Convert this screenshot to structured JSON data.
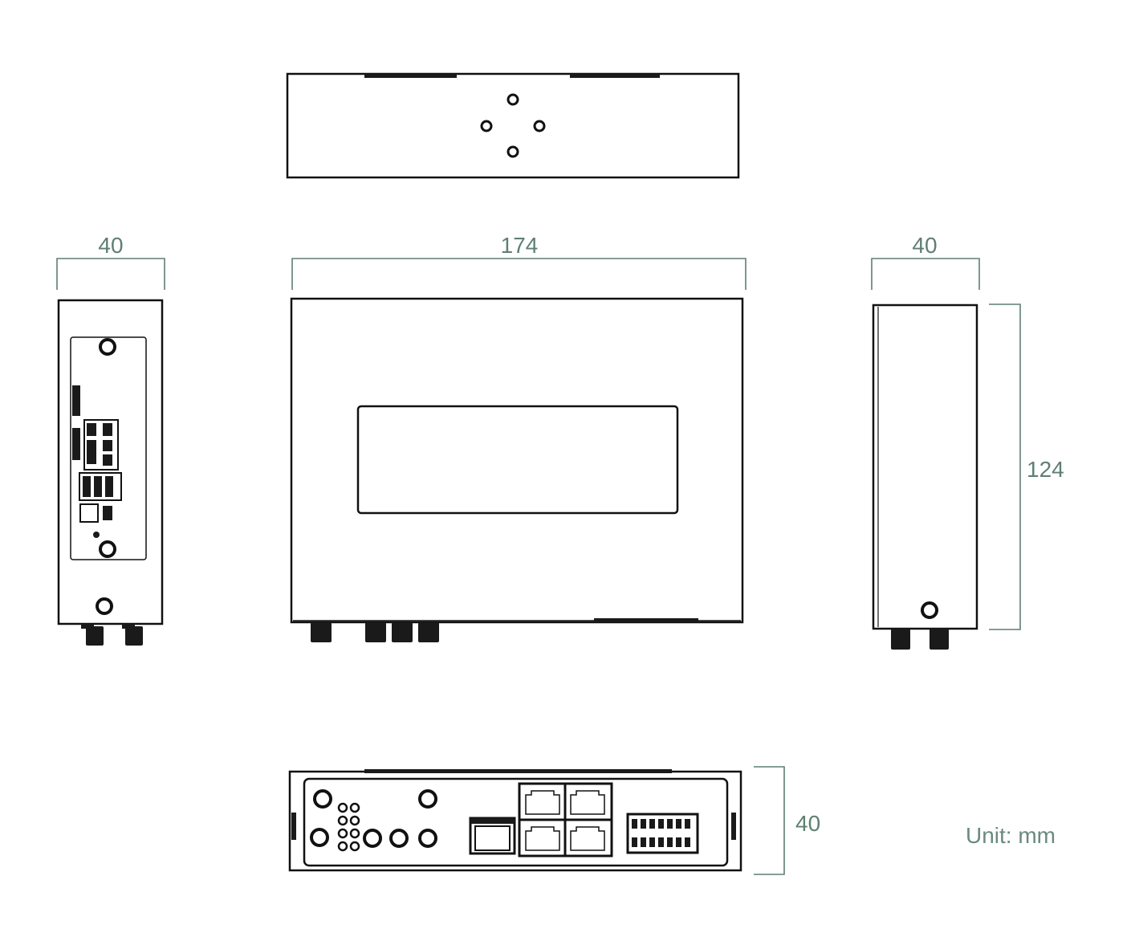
{
  "dimensions": {
    "side_left_width": "40",
    "front_width": "174",
    "side_right_width": "40",
    "side_right_height": "124",
    "bottom_depth": "40"
  },
  "unit_label": "Unit: mm",
  "colors": {
    "dimension": "#5f7f72",
    "outline": "#111111",
    "background": "#ffffff"
  }
}
